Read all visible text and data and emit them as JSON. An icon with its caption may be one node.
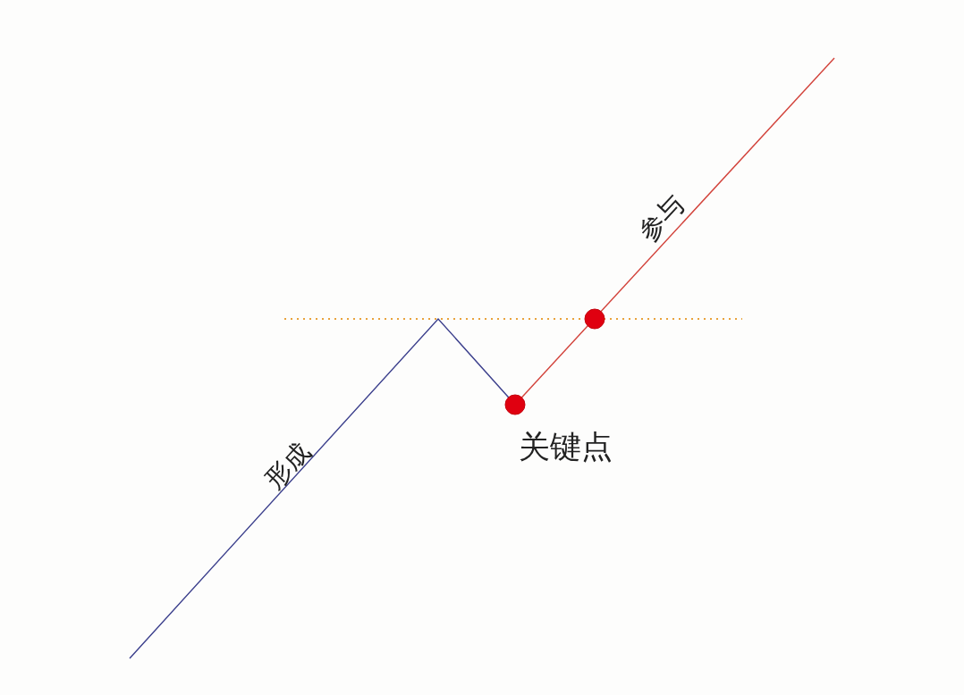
{
  "diagram": {
    "labels": [
      "参与",
      "关键点",
      "形成"
    ]
  }
}
